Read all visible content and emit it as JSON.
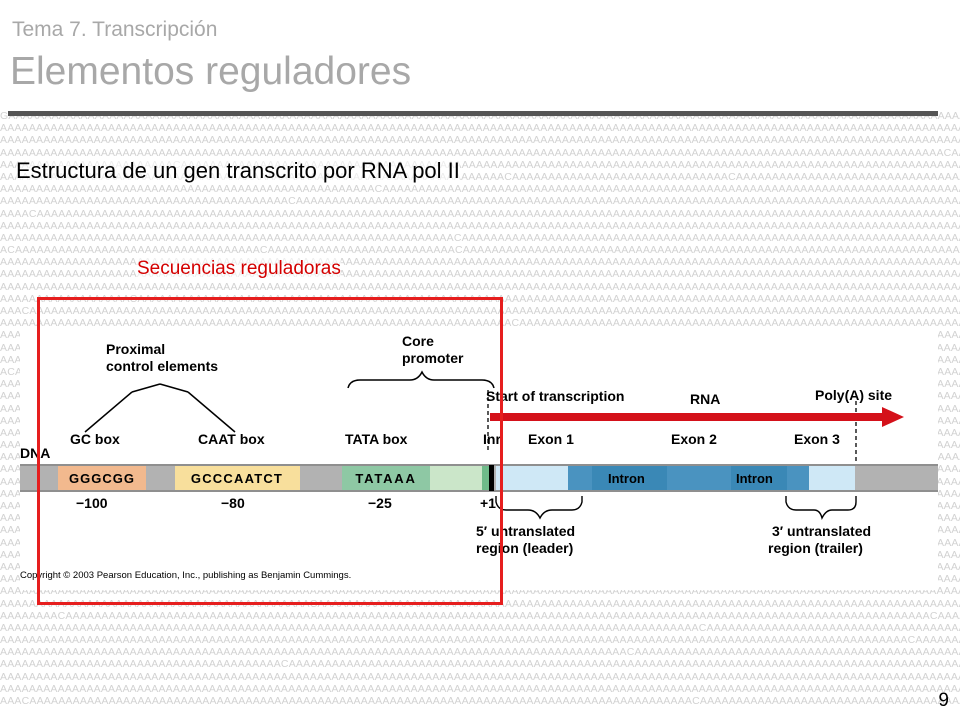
{
  "header": {
    "subtitle": "Tema 7. Transcripción",
    "title": "Elementos reguladores"
  },
  "slide": {
    "heading": "Estructura de un gen transcrito por RNA pol II",
    "regulatory_label": "Secuencias reguladoras",
    "page_number": "9"
  },
  "diagram": {
    "dna_label": "DNA",
    "proximal_label": [
      "Proximal",
      "control elements"
    ],
    "core_label": [
      "Core",
      "promoter"
    ],
    "gc_box": {
      "label": "GC box",
      "sequence": "GGGCGG",
      "position": "−100"
    },
    "caat_box": {
      "label": "CAAT box",
      "sequence": "GCCCAATCT",
      "position": "−80"
    },
    "tata_box": {
      "label": "TATA box",
      "sequence": "TATAAA",
      "position": "−25"
    },
    "inr_label": "Inr",
    "plus_one": "+1",
    "start_label": "Start of transcription",
    "rna_label": "RNA",
    "polya_label": "Poly(A) site",
    "exon1": "Exon 1",
    "exon2": "Exon 2",
    "exon3": "Exon 3",
    "intron1": "Intron",
    "intron2": "Intron",
    "utr5": [
      "5′ untranslated",
      "region (leader)"
    ],
    "utr3": [
      "3′ untranslated",
      "region (trailer)"
    ],
    "copyright": "Copyright © 2003 Pearson Education, Inc., publishing as Benjamin Cummings.",
    "colors": {
      "gc": "#f2b98e",
      "caat": "#f8df9c",
      "tata": "#8ec8a4",
      "core_region": "#cbe6c9",
      "dna_strand": "#b2b2b2",
      "exon": "#cfe8f6",
      "intron": "#3a88b6",
      "arrow": "#d4111a",
      "box_outline": "#e61e1e"
    }
  }
}
